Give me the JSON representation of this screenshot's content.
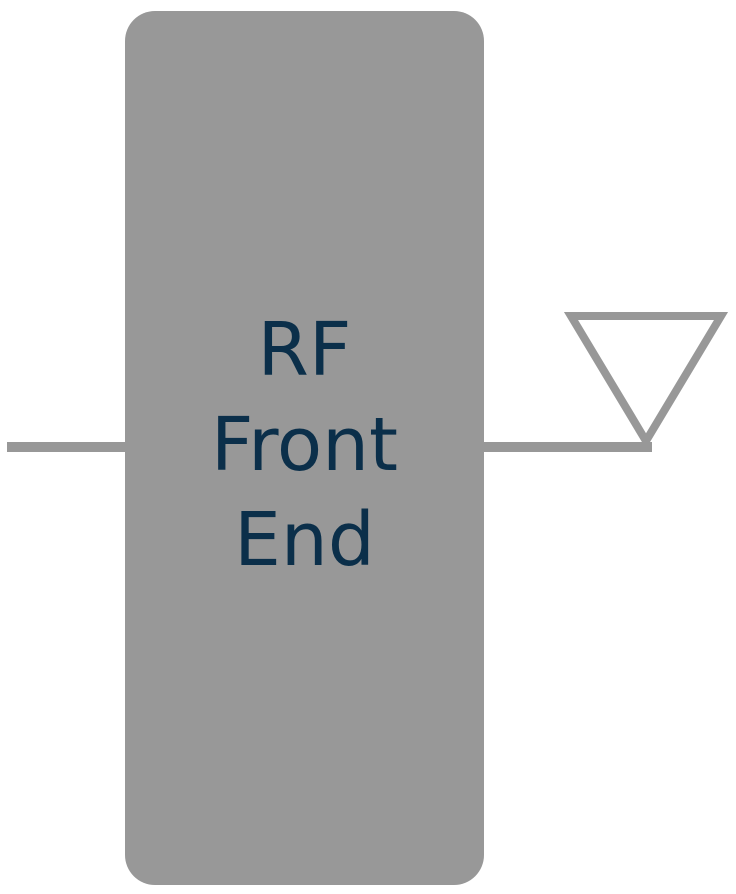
{
  "block": {
    "label_lines": [
      "RF",
      "Front",
      "End"
    ]
  },
  "colors": {
    "block_fill": "#989898",
    "line": "#989898",
    "text": "#0b2f4a",
    "background": "#ffffff"
  },
  "icons": {
    "antenna": "antenna-icon"
  }
}
